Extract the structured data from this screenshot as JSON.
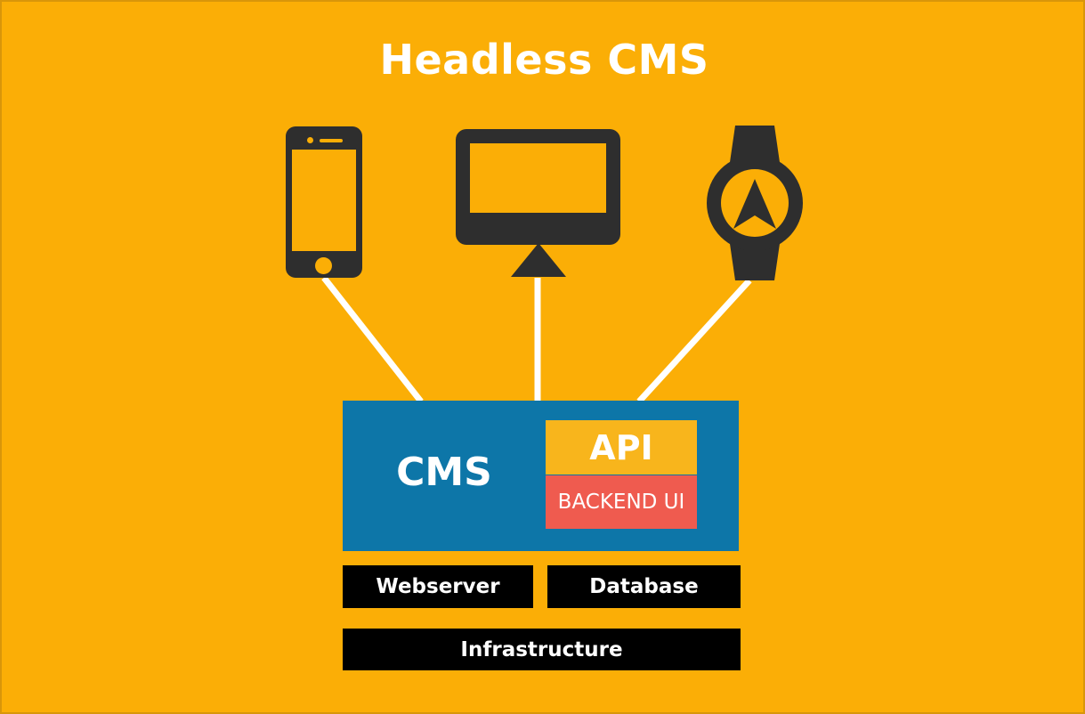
{
  "title": "Headless CMS",
  "colors": {
    "background": "#FBAE06",
    "cms": "#0D76A8",
    "api": "#F8B51C",
    "backend_ui": "#EF5B4F",
    "stack_box": "#000000",
    "device": "#2E2E2E",
    "connector": "#FFFFFF",
    "text_light": "#FFFFFF"
  },
  "devices": [
    {
      "id": "smartphone",
      "icon": "smartphone-icon"
    },
    {
      "id": "desktop-monitor",
      "icon": "monitor-icon"
    },
    {
      "id": "smartwatch",
      "icon": "smartwatch-icon"
    }
  ],
  "connectors": [
    {
      "from": "smartphone",
      "to": "cms-box"
    },
    {
      "from": "desktop-monitor",
      "to": "cms-box"
    },
    {
      "from": "smartwatch",
      "to": "cms-box"
    }
  ],
  "cms": {
    "label": "CMS",
    "api_label": "API",
    "backend_label": "BACKEND UI"
  },
  "stack": {
    "webserver": "Webserver",
    "database": "Database",
    "infrastructure": "Infrastructure"
  }
}
